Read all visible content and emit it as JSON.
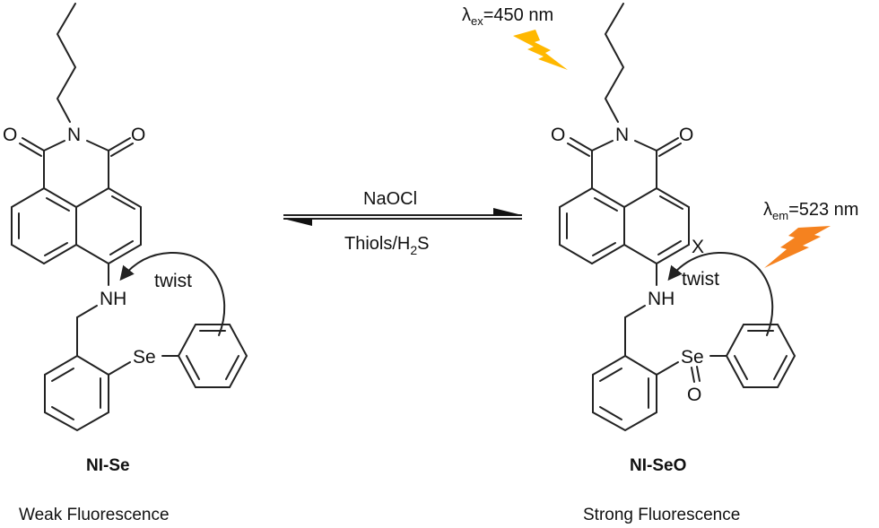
{
  "figure": {
    "type": "reaction-scheme",
    "left": {
      "compound_name": "NI-Se",
      "description": "Weak Fluorescence",
      "atoms": {
        "n": "N",
        "o1": "O",
        "o2": "O",
        "nh": "NH",
        "se": "Se"
      },
      "arrow_label": "twist"
    },
    "right": {
      "compound_name": "NI-SeO",
      "description": "Strong Fluorescence",
      "atoms": {
        "n": "N",
        "o1": "O",
        "o2": "O",
        "nh": "NH",
        "se": "Se",
        "o_se": "O"
      },
      "arrow_label": "twist",
      "blocked_mark": "X"
    },
    "reaction": {
      "forward_reagent": "NaOCl",
      "reverse_reagent_main": "Thiols/H",
      "reverse_reagent_sub": "2",
      "reverse_reagent_tail": "S"
    },
    "excitation": {
      "symbol": "λ",
      "subscript": "ex",
      "value": "=450 nm",
      "color": "#FFB800"
    },
    "emission": {
      "symbol": "λ",
      "subscript": "em",
      "value": "=523 nm",
      "color": "#F5821F"
    }
  }
}
